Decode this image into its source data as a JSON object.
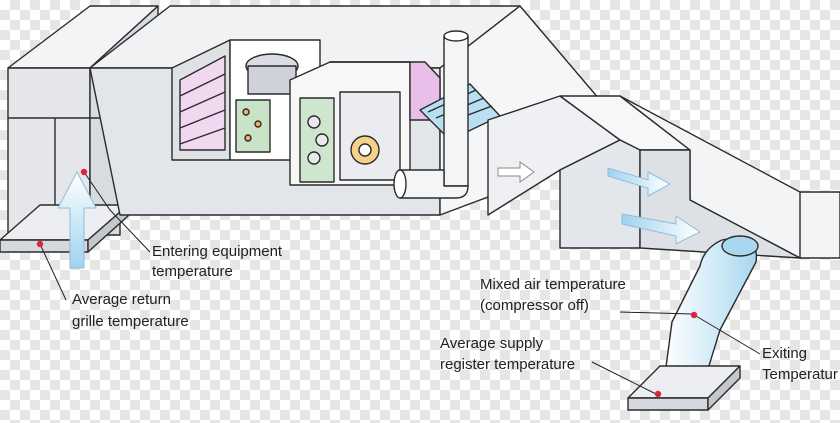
{
  "labels": {
    "entering": [
      "Entering equipment",
      "temperature"
    ],
    "return": [
      "Average return",
      "grille temperature"
    ],
    "mixed": [
      "Mixed air temperature",
      "(compressor off)"
    ],
    "supply": [
      "Average supply",
      "register temperature"
    ],
    "exiting": [
      "Exiting",
      "Temperatur"
    ]
  },
  "colors": {
    "outline": "#2b2b2b",
    "duct_fill": "#eef0f3",
    "coil_pink": "#e6b5e6",
    "coil_blue": "#b9dff2",
    "marker": "#d7263d"
  }
}
